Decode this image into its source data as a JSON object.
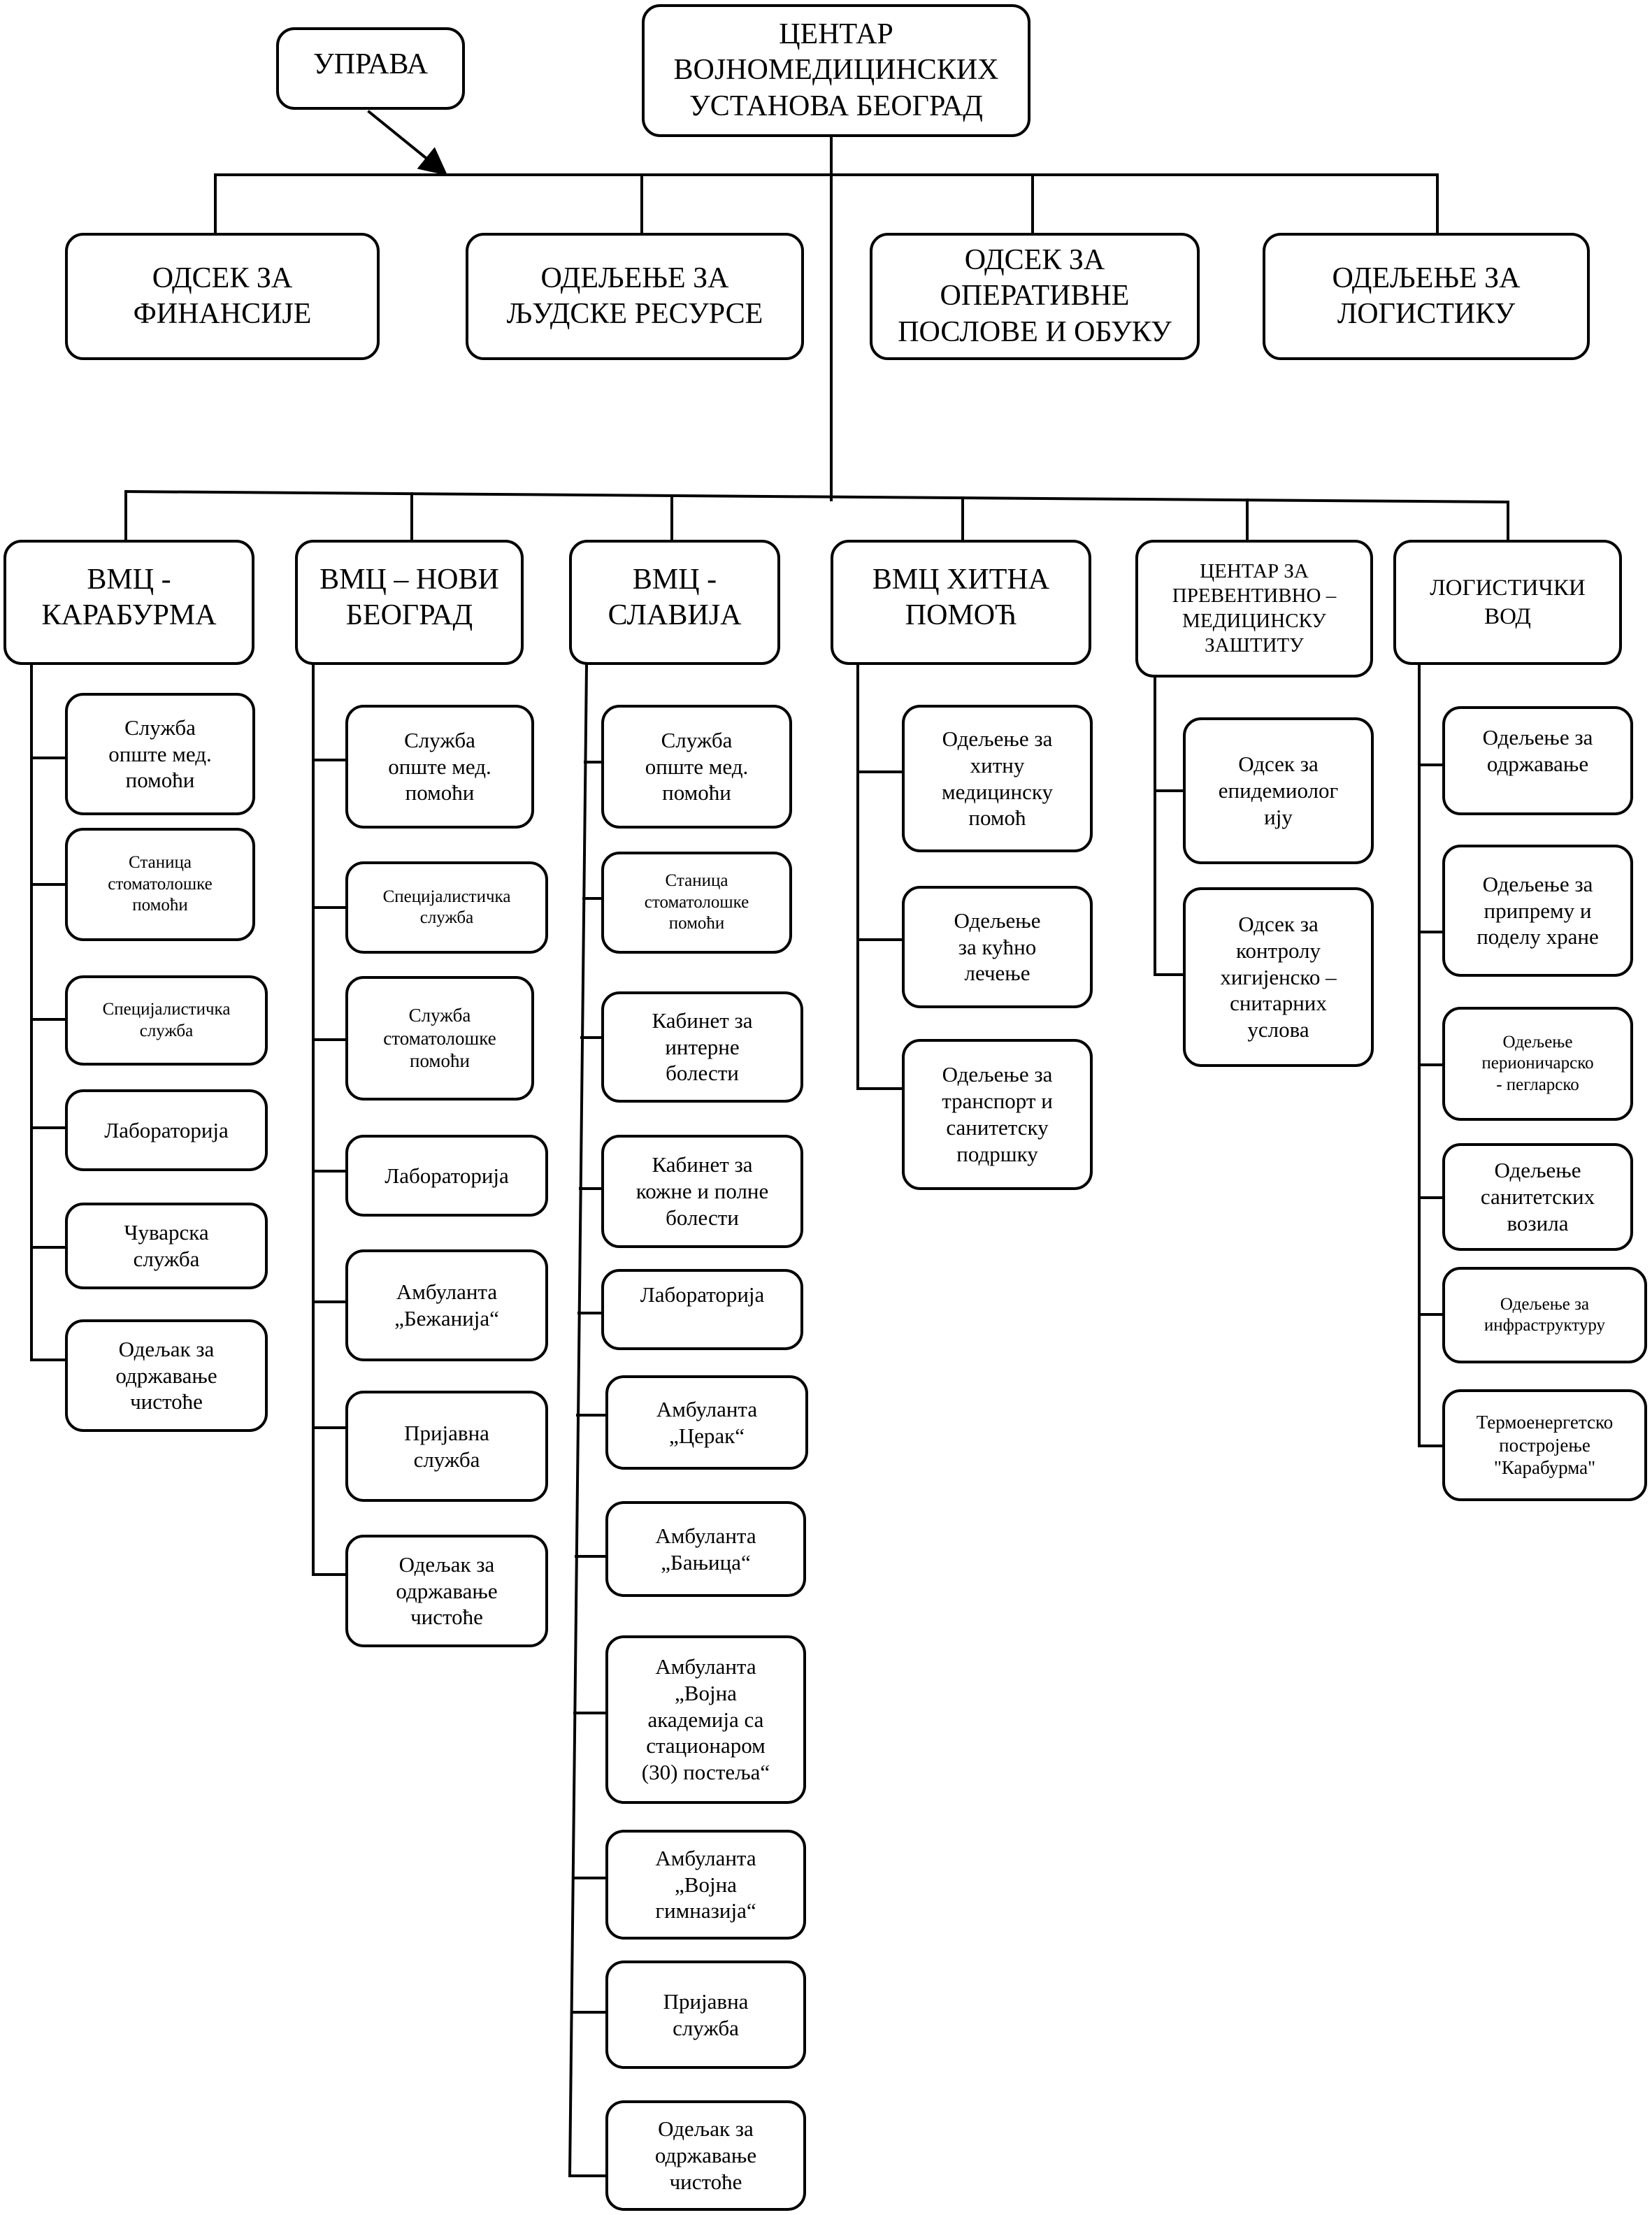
{
  "diagram": {
    "root": "ЦЕНТАР\nВОЈНОМЕДИЦИНСКИХ\nУСТАНОВА БЕОГРАД",
    "management": "УПРАВА",
    "staff_units": [
      "ОДСЕК ЗА\nФИНАНСИЈЕ",
      "ОДЕЉЕЊЕ ЗА\nЉУДСКЕ РЕСУРСЕ",
      "ОДСЕК ЗА\nОПЕРАТИВНЕ\nПОСЛОВЕ И ОБУКУ",
      "ОДЕЉЕЊЕ ЗА\nЛОГИСТИКУ"
    ],
    "branches": [
      {
        "title": "ВМЦ -\nКАРАБУРМА",
        "units": [
          "Служба\nопште мед.\nпомоћи",
          "Станица\nстоматолошке\nпомоћи",
          "Специјалистичка\nслужба",
          "Лабораторија",
          "Чуварска\nслужба",
          "Одељак за\nодржавање\nчистоће"
        ]
      },
      {
        "title": "ВМЦ – НОВИ\nБЕОГРАД",
        "units": [
          "Служба\nопште мед.\nпомоћи",
          "Специјалистичка\nслужба",
          "Служба\nстоматолошке\nпомоћи",
          "Лабораторија",
          "Амбуланта\n„Бежанија“",
          "Пријавна\nслужба",
          "Одељак за\nодржавање\nчистоће"
        ]
      },
      {
        "title": "ВМЦ -\nСЛАВИЈА",
        "units": [
          "Служба\nопште мед.\nпомоћи",
          "Станица\nстоматолошке\nпомоћи",
          "Кабинет за\nинтерне\nболести",
          "Кабинет за\nкожне и полне\nболести",
          "Лабораторија",
          "Амбуланта\n„Церак“",
          "Амбуланта\n„Бањица“",
          "Амбуланта\n„Војна\nакадемија са\nстационаром\n(30) постеља“",
          "Амбуланта\n„Војна\nгимназија“",
          "Пријавна\nслужба",
          "Одељак за\nодржавање\nчистоће"
        ]
      },
      {
        "title": "ВМЦ ХИТНА\nПОМОЋ",
        "units": [
          "Одељење за\nхитну\nмедицинску\nпомоћ",
          "Одељење\nза кућно\nлечење",
          "Одељење за\nтранспорт и\nсанитетску\nподршку"
        ]
      },
      {
        "title": "ЦЕНТАР ЗА\nПРЕВЕНТИВНО –\nМЕДИЦИНСКУ\nЗАШТИТУ",
        "units": [
          "Одсек за\nепидемиолог\nију",
          "Одсек за\nконтролу\nхигијенско –\nснитарних\nуслова"
        ]
      },
      {
        "title": "ЛОГИСТИЧКИ\nВОД",
        "units": [
          "Одељење за\nодржавање",
          "Одељење за\nприпрему и\nподелу хране",
          "Одељење\nперионичарско\n- пегларско",
          "Одељење\nсанитетских\nвозила",
          "Одељење за\nинфраструктуру",
          "Термоенергетско\nпостројење\n\"Карабурма\""
        ]
      }
    ]
  }
}
